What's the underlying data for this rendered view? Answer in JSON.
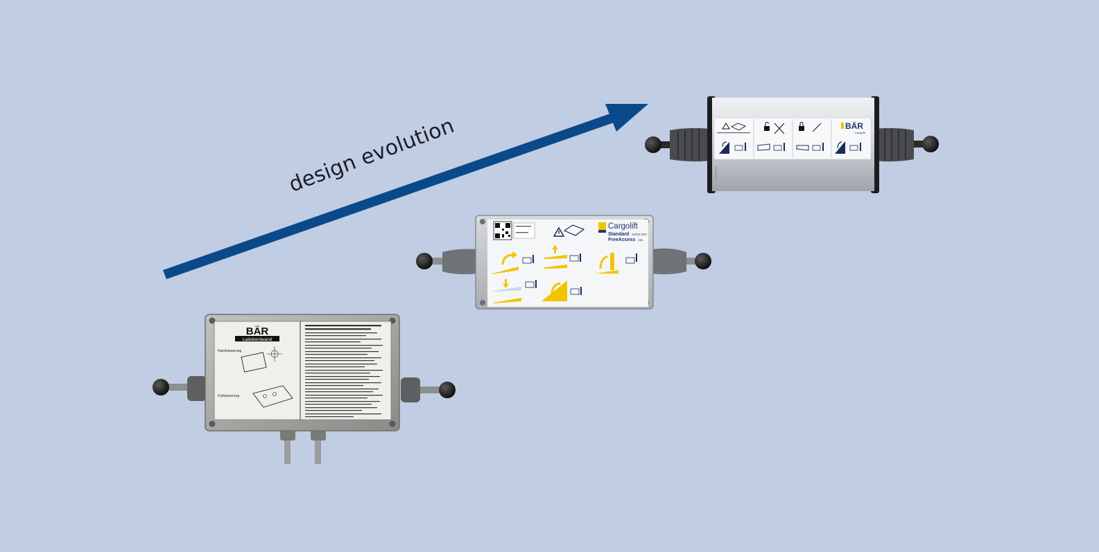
{
  "caption": "design evolution",
  "colors": {
    "background": "#c1cde2",
    "arrow": "#0a4a8a",
    "label_yellow": "#f2c400",
    "brand_navy": "#1f3570"
  },
  "devices": {
    "old": {
      "brand": "BÄR",
      "subtitle": "Ladebordwand",
      "left_section_1": "Handsteuerung",
      "left_section_2": "Fußsteuerung"
    },
    "middle": {
      "brand": "Cargolift",
      "line1": "Standard",
      "line1_code": "S4/S2 KEY",
      "line2": "FreeAccess",
      "line2_code": "A2L"
    },
    "new": {
      "brand": "BÄR",
      "subtitle": "Cargolift"
    }
  }
}
